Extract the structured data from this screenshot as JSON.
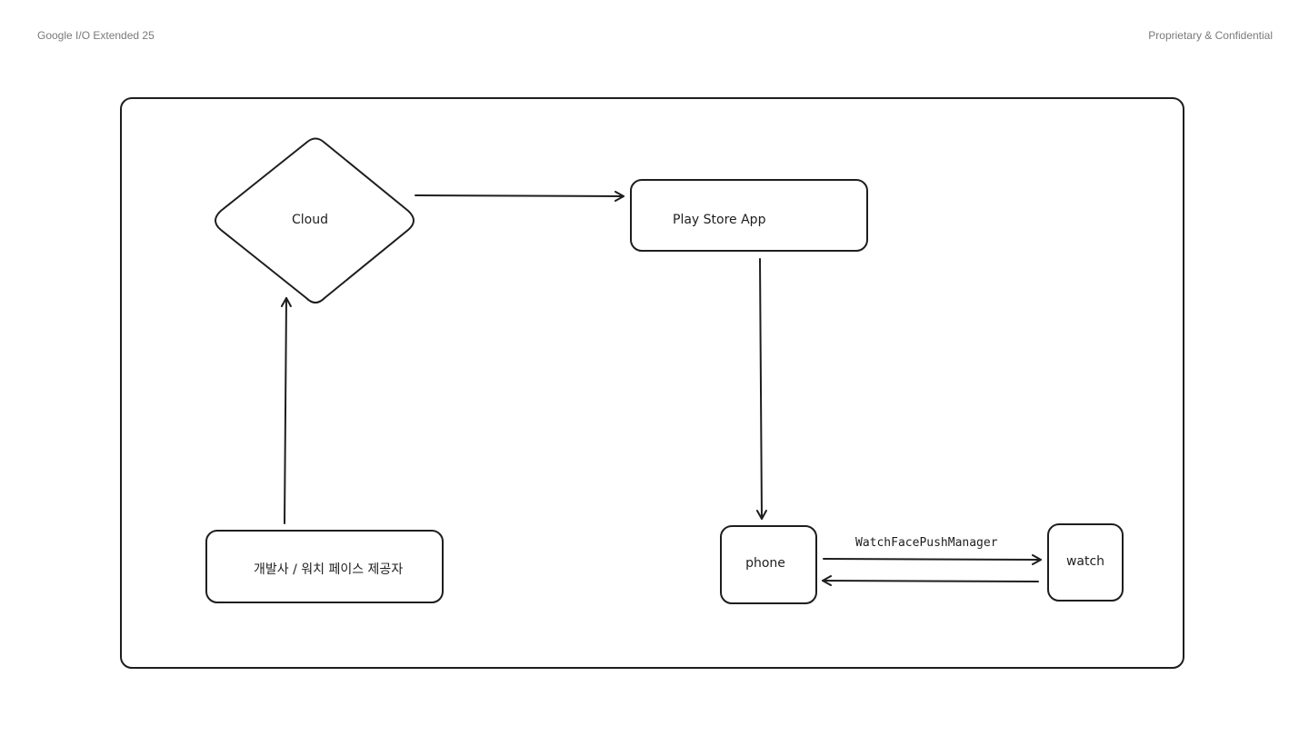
{
  "header": {
    "left": "Google I/O Extended 25",
    "right": "Proprietary & Confidential"
  },
  "diagram": {
    "nodes": {
      "cloud": "Cloud",
      "play_store": "Play Store App",
      "developer": "개발사 / 워치 페이스 제공자",
      "phone": "phone",
      "watch": "watch"
    },
    "edges": {
      "phone_to_watch": "WatchFacePushManager"
    }
  }
}
